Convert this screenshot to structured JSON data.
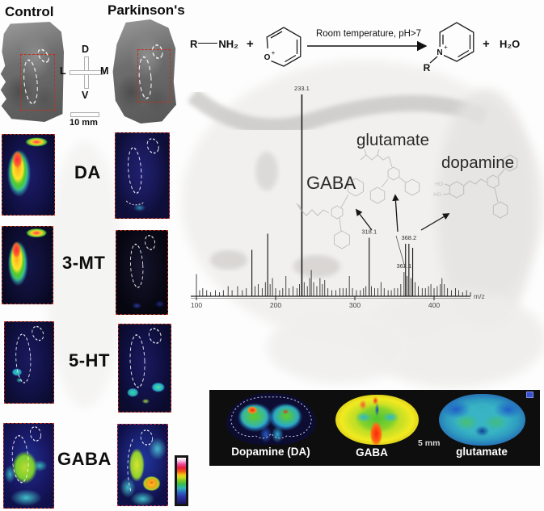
{
  "columns": {
    "control": "Control",
    "parkinsons": "Parkinson's"
  },
  "compass": {
    "top": "D",
    "left": "L",
    "right": "M",
    "bottom": "V"
  },
  "scale_bar": {
    "label": "10 mm"
  },
  "rows": [
    {
      "label": "DA"
    },
    {
      "label": "3-MT"
    },
    {
      "label": "5-HT"
    },
    {
      "label": "GABA"
    }
  ],
  "reaction": {
    "reactant_r": "R",
    "reactant_amine": "NH₂",
    "plus_left": "+",
    "pyrylium_atom": "O",
    "pyrylium_charge": "+",
    "condition": "Room temperature, pH>7",
    "pyridinium_atom": "N",
    "pyridinium_charge": "+",
    "product_r": "R",
    "plus_right": "+",
    "water": "H₂O"
  },
  "annotations": {
    "gaba": "GABA",
    "glutamate": "glutamate",
    "dopamine": "dopamine"
  },
  "chart_data": {
    "type": "bar",
    "subtype": "mass-spectrum-sticks",
    "xlabel": "m/z",
    "x_ticks": [
      100,
      200,
      300,
      400
    ],
    "xlim": [
      95,
      455
    ],
    "ylim": [
      0,
      1
    ],
    "grid": false,
    "peaks": [
      [
        100,
        0.11
      ],
      [
        104,
        0.03
      ],
      [
        108,
        0.04
      ],
      [
        113,
        0.03
      ],
      [
        118,
        0.02
      ],
      [
        124,
        0.03
      ],
      [
        129,
        0.02
      ],
      [
        134,
        0.03
      ],
      [
        140,
        0.05
      ],
      [
        145,
        0.03
      ],
      [
        152,
        0.05
      ],
      [
        158,
        0.03
      ],
      [
        163,
        0.04
      ],
      [
        170,
        0.23
      ],
      [
        174,
        0.05
      ],
      [
        178,
        0.06
      ],
      [
        183,
        0.04
      ],
      [
        187,
        0.07
      ],
      [
        190,
        0.31
      ],
      [
        193,
        0.06
      ],
      [
        196,
        0.09
      ],
      [
        200,
        0.04
      ],
      [
        205,
        0.03
      ],
      [
        209,
        0.04
      ],
      [
        213,
        0.1
      ],
      [
        217,
        0.04
      ],
      [
        222,
        0.05
      ],
      [
        227,
        0.04
      ],
      [
        230,
        0.06
      ],
      [
        233.1,
        1.0
      ],
      [
        236,
        0.07
      ],
      [
        240,
        0.05
      ],
      [
        243,
        0.09
      ],
      [
        245,
        0.13
      ],
      [
        248,
        0.07
      ],
      [
        252,
        0.05
      ],
      [
        256,
        0.09
      ],
      [
        259,
        0.06
      ],
      [
        262,
        0.08
      ],
      [
        266,
        0.04
      ],
      [
        271,
        0.03
      ],
      [
        276,
        0.03
      ],
      [
        281,
        0.04
      ],
      [
        285,
        0.04
      ],
      [
        289,
        0.04
      ],
      [
        293,
        0.1
      ],
      [
        297,
        0.04
      ],
      [
        302,
        0.03
      ],
      [
        307,
        0.03
      ],
      [
        311,
        0.04
      ],
      [
        314,
        0.05
      ],
      [
        318.1,
        0.29
      ],
      [
        321,
        0.05
      ],
      [
        325,
        0.04
      ],
      [
        329,
        0.04
      ],
      [
        333,
        0.07
      ],
      [
        337,
        0.04
      ],
      [
        342,
        0.03
      ],
      [
        346,
        0.03
      ],
      [
        350,
        0.04
      ],
      [
        354,
        0.04
      ],
      [
        358,
        0.06
      ],
      [
        362.1,
        0.12
      ],
      [
        364,
        0.26
      ],
      [
        366,
        0.1
      ],
      [
        368.2,
        0.26
      ],
      [
        371,
        0.09
      ],
      [
        373,
        0.24
      ],
      [
        376,
        0.07
      ],
      [
        380,
        0.05
      ],
      [
        385,
        0.04
      ],
      [
        389,
        0.04
      ],
      [
        393,
        0.05
      ],
      [
        396,
        0.06
      ],
      [
        400,
        0.04
      ],
      [
        404,
        0.05
      ],
      [
        408,
        0.06
      ],
      [
        410,
        0.09
      ],
      [
        413,
        0.06
      ],
      [
        417,
        0.04
      ],
      [
        422,
        0.03
      ],
      [
        427,
        0.04
      ],
      [
        431,
        0.03
      ],
      [
        436,
        0.02
      ],
      [
        441,
        0.03
      ],
      [
        446,
        0.02
      ]
    ],
    "peak_labels": [
      {
        "mz": 233.1,
        "text": "233.1"
      },
      {
        "mz": 318.1,
        "text": "318.1"
      },
      {
        "mz": 362.1,
        "text": "362.1"
      },
      {
        "mz": 368.2,
        "text": "368.2"
      }
    ]
  },
  "bottom_panel": {
    "labels": [
      "Dopamine (DA)",
      "GABA",
      "glutamate"
    ],
    "scale_label": "5 mm"
  },
  "colors": {
    "roi_outline_red": "#c0301c",
    "panel_background": "#0e0e0e",
    "corner_marker_blue": "#3850d0"
  }
}
